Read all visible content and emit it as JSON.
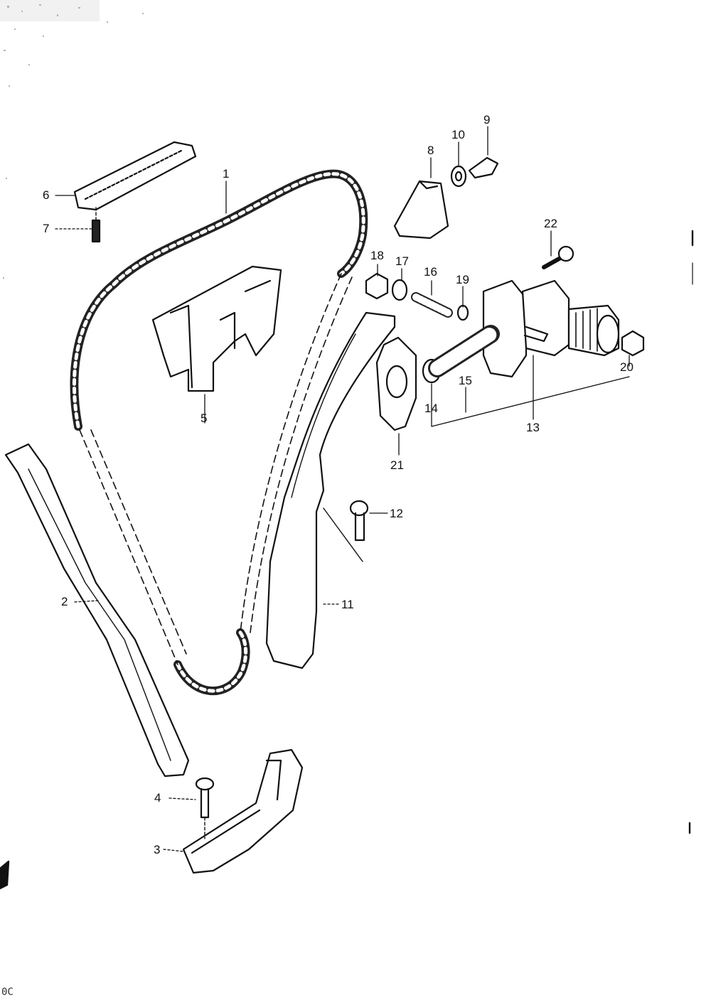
{
  "diagram": {
    "parts": [
      {
        "label": "1",
        "part": "timing-chain"
      },
      {
        "label": "2",
        "part": "chain-guide-rear"
      },
      {
        "label": "3",
        "part": "guide-holder-bottom"
      },
      {
        "label": "4",
        "part": "bolt"
      },
      {
        "label": "5",
        "part": "chain-guide-top"
      },
      {
        "label": "6",
        "part": "guide-top-small"
      },
      {
        "label": "7",
        "part": "bolt"
      },
      {
        "label": "8",
        "part": "cap"
      },
      {
        "label": "9",
        "part": "bolt"
      },
      {
        "label": "10",
        "part": "washer"
      },
      {
        "label": "11",
        "part": "tensioner-guide"
      },
      {
        "label": "12",
        "part": "bolt"
      },
      {
        "label": "13",
        "part": "tensioner-assembly"
      },
      {
        "label": "14",
        "part": "push-rod"
      },
      {
        "label": "15",
        "part": "spring"
      },
      {
        "label": "16",
        "part": "spring"
      },
      {
        "label": "17",
        "part": "washer"
      },
      {
        "label": "18",
        "part": "nut"
      },
      {
        "label": "19",
        "part": "o-ring"
      },
      {
        "label": "20",
        "part": "nut"
      },
      {
        "label": "21",
        "part": "gasket"
      },
      {
        "label": "22",
        "part": "bolt"
      }
    ],
    "page_code": "0C"
  },
  "colors": {
    "ink": "#111111",
    "paper": "#ffffff"
  }
}
